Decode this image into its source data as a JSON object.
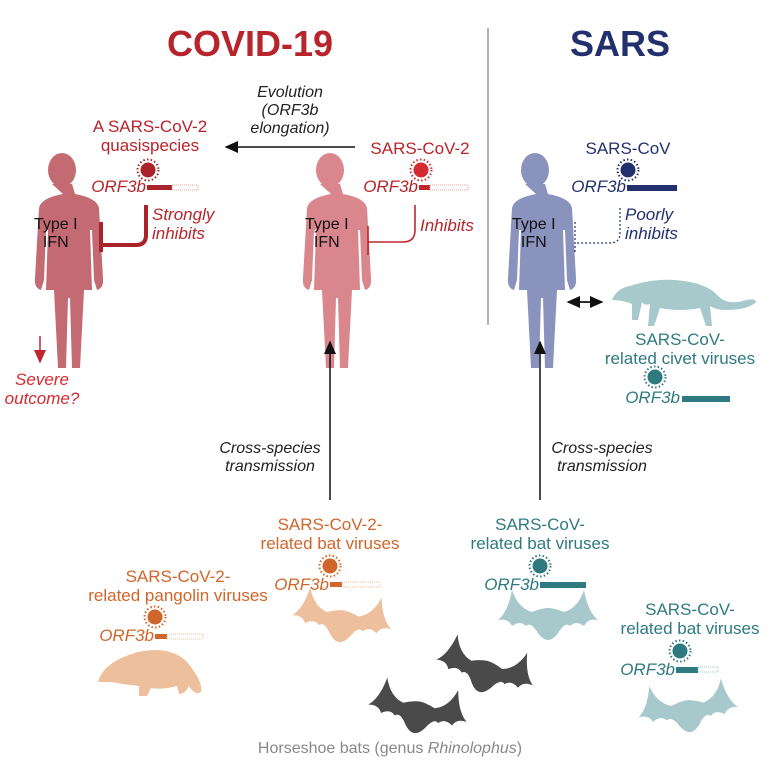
{
  "titles": {
    "covid": "COVID-19",
    "sars": "SARS"
  },
  "evolution": {
    "line1": "Evolution",
    "line2": "(ORF3b",
    "line3": "elongation)"
  },
  "quasispecies": {
    "line1": "A SARS-CoV-2",
    "line2": "quasispecies",
    "orf": "ORF3b",
    "effect1": "Strongly",
    "effect2": "inhibits"
  },
  "sarscov2": {
    "name": "SARS-CoV-2",
    "orf": "ORF3b",
    "effect": "Inhibits"
  },
  "sarscov": {
    "name": "SARS-CoV",
    "orf": "ORF3b",
    "effect1": "Poorly",
    "effect2": "inhibits"
  },
  "ifn": {
    "line1": "Type I",
    "line2": "IFN"
  },
  "outcome": {
    "line1": "Severe",
    "line2": "outcome?"
  },
  "transmission": {
    "line1": "Cross-species",
    "line2": "transmission"
  },
  "civet": {
    "line1": "SARS-CoV-",
    "line2": "related civet viruses",
    "orf": "ORF3b"
  },
  "bat_cov2": {
    "line1": "SARS-CoV-2-",
    "line2": "related bat viruses",
    "orf": "ORF3b"
  },
  "bat_cov": {
    "line1": "SARS-CoV-",
    "line2": "related bat viruses",
    "orf": "ORF3b"
  },
  "bat_cov_right": {
    "line1": "SARS-CoV-",
    "line2": "related bat viruses",
    "orf": "ORF3b"
  },
  "pangolin": {
    "line1": "SARS-CoV-2-",
    "line2": "related pangolin viruses",
    "orf": "ORF3b"
  },
  "footer": {
    "prefix": "Horseshoe bats (genus ",
    "genus": "Rhinolophus",
    "suffix": ")"
  },
  "colors": {
    "covid": "#b8242c",
    "sars": "#23306e",
    "teal": "#2f7a80",
    "orange": "#d2652a",
    "human_pink": "#d9878c",
    "human_dark": "#c46a72",
    "human_blue": "#8a93bd",
    "civet": "#a7c9cc",
    "pangolin": "#edbf9c",
    "bat_gray": "#4a4a4a"
  }
}
